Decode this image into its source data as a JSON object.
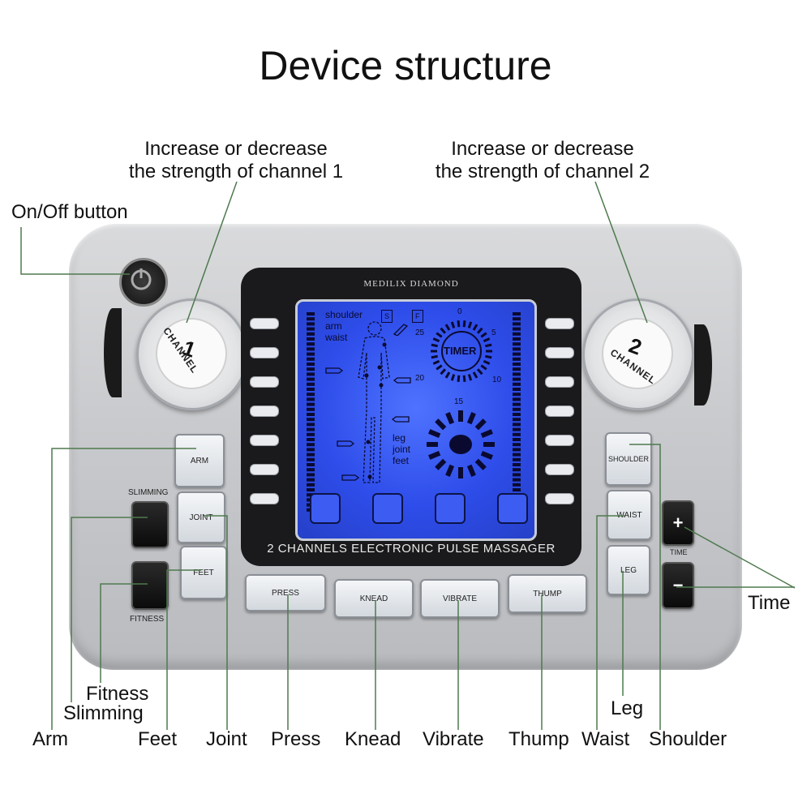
{
  "title": "Device structure",
  "callouts": {
    "on_off": "On/Off button",
    "channel1": "Increase or decrease\nthe strength of channel 1",
    "channel2": "Increase or decrease\nthe strength of channel 2",
    "time": "Time",
    "fitness": "Fitness",
    "slimming": "Slimming",
    "arm": "Arm",
    "feet": "Feet",
    "joint": "Joint",
    "press": "Press",
    "knead": "Knead",
    "vibrate": "Vibrate",
    "thump": "Thump",
    "waist": "Waist",
    "shoulder": "Shoulder",
    "leg": "Leg"
  },
  "device": {
    "brand": "MEDILIX DIAMOND",
    "subtitle": "2 CHANNELS ELECTRONIC PULSE MASSAGER",
    "knob1": {
      "label": "CHANNEL",
      "number": "1"
    },
    "knob2": {
      "label": "CHANNEL",
      "number": "2"
    },
    "buttons": {
      "arm": "ARM",
      "joint": "JOINT",
      "feet": "FEET",
      "press": "PRESS",
      "knead": "KNEAD",
      "vibrate": "VIBRATE",
      "thump": "THUMP",
      "shoulder": "SHOULDER",
      "waist": "WAIST",
      "leg": "LEG",
      "plus": "+",
      "minus": "−"
    },
    "labels": {
      "slimming": "SLIMMING",
      "fitness": "FITNESS",
      "time": "TIME"
    },
    "lcd": {
      "body_labels_top": [
        "shoulder",
        "arm",
        "waist"
      ],
      "body_labels_bottom": [
        "leg",
        "joint",
        "feet"
      ],
      "mode_s": "S",
      "mode_f": "F",
      "timer_label": "TIMER",
      "timer_ticks": [
        "0",
        "5",
        "10",
        "15",
        "20",
        "25"
      ]
    }
  },
  "colors": {
    "callout_line": "#4e7a4e",
    "lcd_blue": "#3357f0"
  }
}
